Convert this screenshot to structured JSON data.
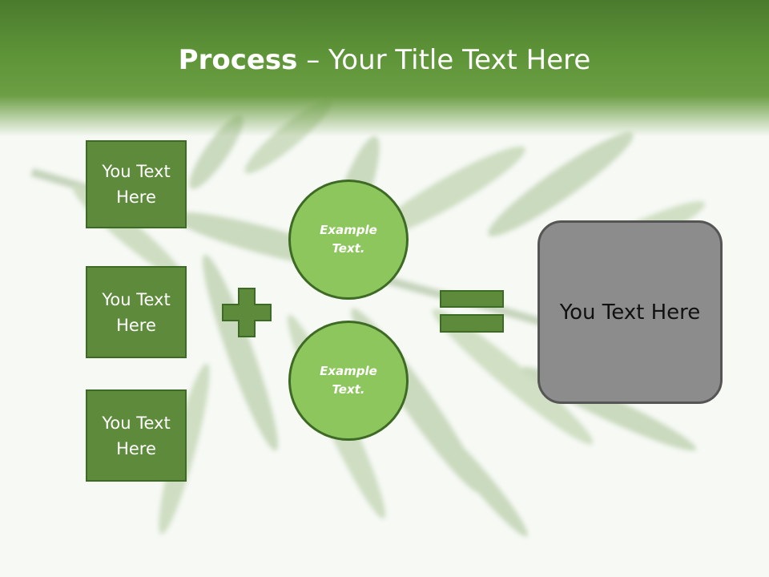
{
  "slide": {
    "title_bold": "Process",
    "title_separator": " – ",
    "title_rest": "Your Title Text Here",
    "boxes": [
      {
        "label": "You Text Here"
      },
      {
        "label": "You Text Here"
      },
      {
        "label": "You Text Here"
      }
    ],
    "circles": [
      {
        "label": "Example Text."
      },
      {
        "label": "Example Text."
      }
    ],
    "result_label": "You Text Here",
    "icons": {
      "operator_plus": "plus-icon",
      "operator_equals": "equals-icon",
      "background": "rosemary-sprig-image"
    },
    "colors": {
      "header": "#5e9438",
      "box_fill": "#5e8a3c",
      "box_border": "#3d6a24",
      "circle_fill": "#8ec65e",
      "result_fill": "#8c8c8c",
      "result_border": "#555555",
      "operator": "#5e8a3c"
    }
  }
}
